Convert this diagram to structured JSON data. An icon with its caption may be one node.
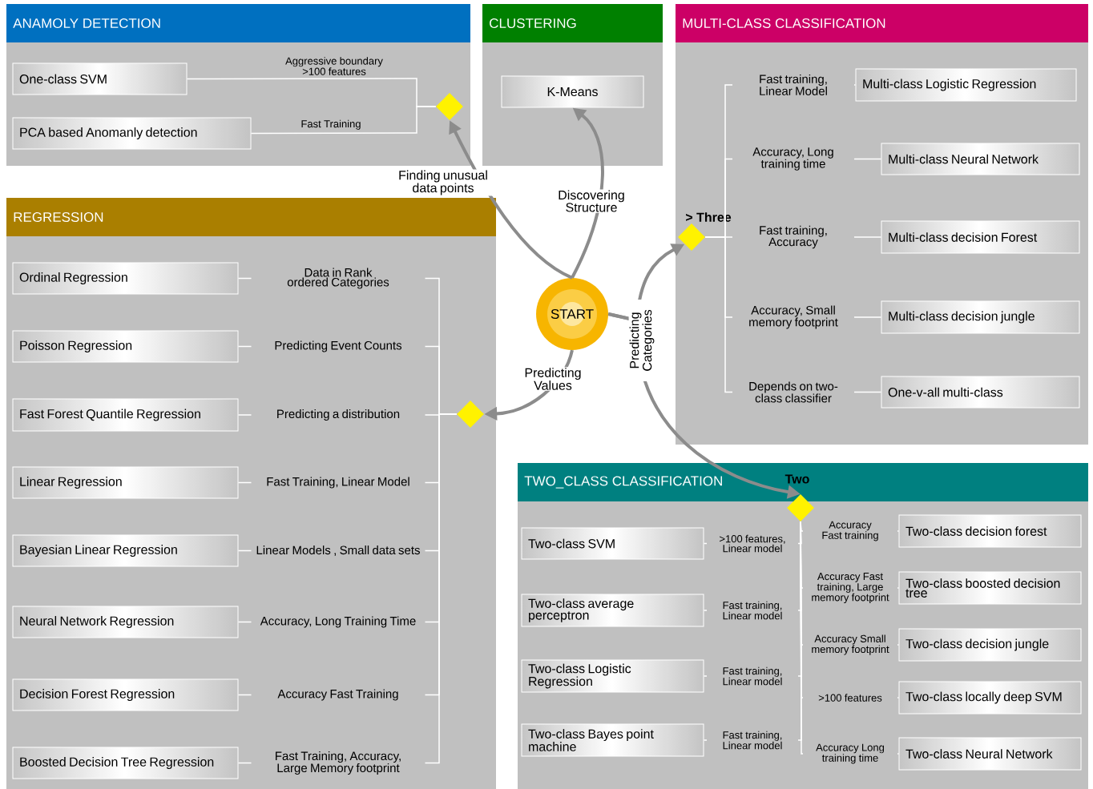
{
  "diagram": {
    "nodes": [
      {
        "text": [
          "ANAMOLY DETECTION"
        ]
      },
      {
        "text": [
          "One-class SVM"
        ],
        "in": 0
      },
      {
        "text": [
          "PCA based Anomanly detection"
        ],
        "in": 0
      },
      {
        "text": [],
        "shape": "diamond",
        "in": 0
      },
      {
        "text": [
          "CLUSTERING"
        ]
      },
      {
        "text": [
          "K-Means"
        ],
        "in": 4
      },
      {
        "text": [
          "MULTI-CLASS CLASSIFICATION"
        ]
      },
      {
        "text": [],
        "shape": "diamond",
        "in": 6,
        "beside": [
          "> Three"
        ]
      },
      {
        "text": [
          "Multi-class Logistic Regression"
        ],
        "in": 6
      },
      {
        "text": [
          "Multi-class Neural Network"
        ],
        "in": 6
      },
      {
        "text": [
          "Multi-class decision Forest"
        ],
        "in": 6
      },
      {
        "text": [
          "Multi-class decision jungle"
        ],
        "in": 6
      },
      {
        "text": [
          "One-v-all multi-class"
        ],
        "in": 6
      },
      {
        "text": [
          "REGRESSION"
        ]
      },
      {
        "text": [
          "Ordinal Regression"
        ],
        "in": 13
      },
      {
        "text": [
          "Poisson Regression"
        ],
        "in": 13
      },
      {
        "text": [
          "Fast Forest Quantile Regression"
        ],
        "in": 13
      },
      {
        "text": [
          "Linear Regression"
        ],
        "in": 13
      },
      {
        "text": [
          "Bayesian Linear Regression"
        ],
        "in": 13
      },
      {
        "text": [
          "Neural Network Regression"
        ],
        "in": 13
      },
      {
        "text": [
          "Decision Forest Regression"
        ],
        "in": 13
      },
      {
        "text": [
          "Boosted Decision Tree Regression"
        ],
        "in": 13
      },
      {
        "text": [],
        "shape": "diamond",
        "in": 13
      },
      {
        "text": [
          "START"
        ]
      },
      {
        "text": [
          "TWO_CLASS CLASSIFICATION"
        ]
      },
      {
        "text": [],
        "shape": "diamond",
        "in": 24,
        "beside": [
          "Two"
        ]
      },
      {
        "text": [
          "Two-class SVM"
        ],
        "in": 24
      },
      {
        "text": [
          "Two-class average perceptron"
        ],
        "in": 24
      },
      {
        "text": [
          "Two-class Logistic Regression"
        ],
        "in": 24
      },
      {
        "text": [
          "Two-class Bayes point machine"
        ],
        "in": 24
      },
      {
        "text": [
          "Two-class decision forest"
        ],
        "in": 24
      },
      {
        "text": [
          "Two-class boosted decision tree"
        ],
        "in": 24
      },
      {
        "text": [
          "Two-class decision jungle"
        ],
        "in": 24
      },
      {
        "text": [
          "Two-class locally deep SVM"
        ],
        "in": 24
      },
      {
        "text": [
          "Two-class Neural Network"
        ],
        "in": 24
      }
    ],
    "edges": [
      {
        "from": 1,
        "to": 3,
        "arrow": "none",
        "label": "Aggressive boundary >100 features"
      },
      {
        "from": 2,
        "to": 3,
        "arrow": "none",
        "label": "Fast Training"
      },
      {
        "from": 7,
        "to": 8,
        "arrow": "none",
        "label": "Fast training, Linear Model"
      },
      {
        "from": 7,
        "to": 9,
        "arrow": "none",
        "label": "Accuracy, Long training time"
      },
      {
        "from": 7,
        "to": 10,
        "arrow": "none",
        "label": "Fast training, Accuracy"
      },
      {
        "from": 7,
        "to": 11,
        "arrow": "none",
        "label": "Accuracy, Small memory footprint"
      },
      {
        "from": 7,
        "to": 12,
        "arrow": "none",
        "label": "Depends on two-class classifier"
      },
      {
        "from": 14,
        "to": 22,
        "arrow": "none",
        "label": "Data in Rank ordered Categories"
      },
      {
        "from": 15,
        "to": 22,
        "arrow": "none",
        "label": "Predicting Event Counts"
      },
      {
        "from": 16,
        "to": 22,
        "arrow": "none",
        "label": "Predicting a distribution"
      },
      {
        "from": 17,
        "to": 22,
        "arrow": "none",
        "label": "Fast Training, Linear Model"
      },
      {
        "from": 18,
        "to": 22,
        "arrow": "none",
        "label": "Linear Models , Small data sets"
      },
      {
        "from": 19,
        "to": 22,
        "arrow": "none",
        "label": "Accuracy, Long Training Time"
      },
      {
        "from": 20,
        "to": 22,
        "arrow": "none",
        "label": "Accuracy Fast Training"
      },
      {
        "from": 21,
        "to": 22,
        "arrow": "none",
        "label": "Fast Training, Accuracy, Large Memory footprint"
      },
      {
        "from": 26,
        "to": 25,
        "arrow": "none",
        "label": ">100 features, Linear model"
      },
      {
        "from": 27,
        "to": 25,
        "arrow": "none",
        "label": "Fast training, Linear model"
      },
      {
        "from": 28,
        "to": 25,
        "arrow": "none",
        "label": "Fast training, Linear model"
      },
      {
        "from": 29,
        "to": 25,
        "arrow": "none",
        "label": "Fast training, Linear model"
      },
      {
        "from": 25,
        "to": 30,
        "arrow": "none",
        "label": "Accuracy Fast training"
      },
      {
        "from": 25,
        "to": 31,
        "arrow": "none",
        "label": "Accuracy Fast training, Large memory footprint"
      },
      {
        "from": 25,
        "to": 32,
        "arrow": "none",
        "label": "Accuracy Small memory footprint"
      },
      {
        "from": 25,
        "to": 33,
        "arrow": "none",
        "label": ">100 features"
      },
      {
        "from": 25,
        "to": 34,
        "arrow": "none",
        "label": "Accuracy Long training time"
      },
      {
        "from": 23,
        "to": 3,
        "arrow": "to",
        "label": "Finding unusual data points",
        "style": "thick",
        "color": "#8c8c8c"
      },
      {
        "from": 23,
        "to": 5,
        "arrow": "to",
        "label": "Discovering Structure",
        "style": "thick",
        "color": "#8c8c8c"
      },
      {
        "from": 23,
        "to": 22,
        "arrow": "to",
        "label": "Predicting Values",
        "style": "thick",
        "color": "#8c8c8c"
      },
      {
        "from": 23,
        "to": 7,
        "arrow": "to",
        "label": "Predicting Categories",
        "style": "thick",
        "color": "#8c8c8c"
      },
      {
        "from": 23,
        "to": 25,
        "arrow": "to",
        "style": "thick",
        "color": "#8c8c8c"
      }
    ]
  }
}
